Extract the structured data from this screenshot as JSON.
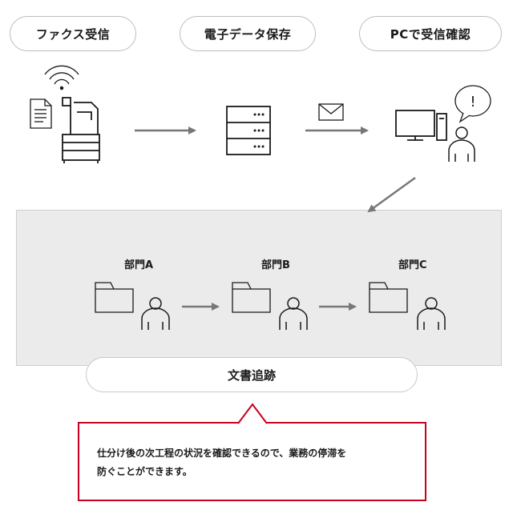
{
  "steps": {
    "fax_receive": "ファクス受信",
    "digital_storage": "電子データ保存",
    "pc_confirm": "PCで受信確認"
  },
  "alert_mark": "!",
  "departments": [
    {
      "label": "部門A"
    },
    {
      "label": "部門B"
    },
    {
      "label": "部門C"
    }
  ],
  "tracking_label": "文書追跡",
  "callout": {
    "line1": "仕分け後の次工程の状況を確認できるので、業務の停滞を",
    "line2": "防ぐことができます。"
  },
  "colors": {
    "arrow": "#777777",
    "icon_stroke": "#1a1a1a",
    "panel_bg": "#ebebeb",
    "callout_border": "#c8001e"
  },
  "icons": [
    "wifi-icon",
    "document-icon",
    "fax-machine-icon",
    "server-icon",
    "envelope-icon",
    "monitor-icon",
    "pc-tower-icon",
    "speech-bubble-icon",
    "person-icon",
    "folder-icon"
  ]
}
